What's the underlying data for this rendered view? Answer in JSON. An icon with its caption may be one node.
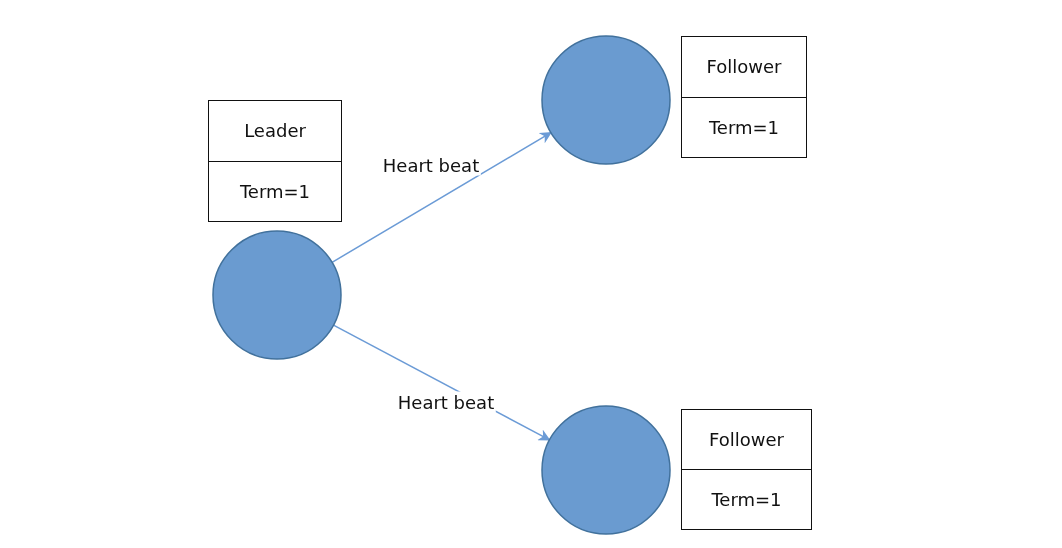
{
  "diagram": {
    "nodes": [
      {
        "text": [
          "Leader",
          "Term=1"
        ]
      },
      {
        "text": [],
        "shape": "circle"
      },
      {
        "text": [],
        "shape": "circle"
      },
      {
        "text": [
          "Follower",
          "Term=1"
        ]
      },
      {
        "text": [],
        "shape": "circle"
      },
      {
        "text": [
          "Follower",
          "Term=1"
        ]
      }
    ],
    "edges": [
      {
        "from": 1,
        "to": 2,
        "arrow": "to",
        "label": "Heart beat"
      },
      {
        "from": 1,
        "to": 4,
        "arrow": "to",
        "label": "Heart beat"
      }
    ]
  }
}
